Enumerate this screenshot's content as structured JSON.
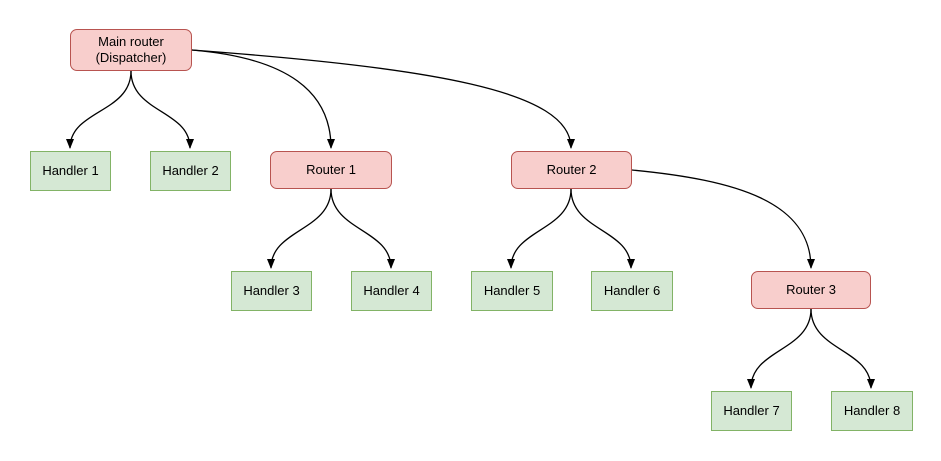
{
  "diagram": {
    "type": "tree",
    "nodes": [
      {
        "id": "main-router",
        "label": "Main router\n(Dispatcher)",
        "kind": "router"
      },
      {
        "id": "handler-1",
        "label": "Handler 1",
        "kind": "handler"
      },
      {
        "id": "handler-2",
        "label": "Handler 2",
        "kind": "handler"
      },
      {
        "id": "router-1",
        "label": "Router 1",
        "kind": "router"
      },
      {
        "id": "router-2",
        "label": "Router 2",
        "kind": "router"
      },
      {
        "id": "handler-3",
        "label": "Handler 3",
        "kind": "handler"
      },
      {
        "id": "handler-4",
        "label": "Handler 4",
        "kind": "handler"
      },
      {
        "id": "handler-5",
        "label": "Handler 5",
        "kind": "handler"
      },
      {
        "id": "handler-6",
        "label": "Handler 6",
        "kind": "handler"
      },
      {
        "id": "router-3",
        "label": "Router 3",
        "kind": "router"
      },
      {
        "id": "handler-7",
        "label": "Handler 7",
        "kind": "handler"
      },
      {
        "id": "handler-8",
        "label": "Handler 8",
        "kind": "handler"
      }
    ],
    "edges": [
      {
        "from": "main-router",
        "to": "handler-1"
      },
      {
        "from": "main-router",
        "to": "handler-2"
      },
      {
        "from": "main-router",
        "to": "router-1"
      },
      {
        "from": "main-router",
        "to": "router-2"
      },
      {
        "from": "router-1",
        "to": "handler-3"
      },
      {
        "from": "router-1",
        "to": "handler-4"
      },
      {
        "from": "router-2",
        "to": "handler-5"
      },
      {
        "from": "router-2",
        "to": "handler-6"
      },
      {
        "from": "router-2",
        "to": "router-3"
      },
      {
        "from": "router-3",
        "to": "handler-7"
      },
      {
        "from": "router-3",
        "to": "handler-8"
      }
    ],
    "colors": {
      "router_fill": "#f8cecc",
      "router_border": "#b85450",
      "handler_fill": "#d5e8d4",
      "handler_border": "#82b366",
      "edge": "#000000",
      "text": "#000000",
      "background": "#ffffff"
    }
  }
}
